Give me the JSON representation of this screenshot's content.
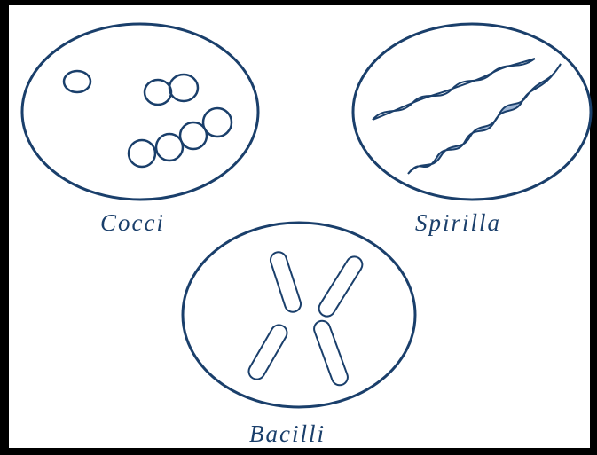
{
  "labels": {
    "cocci": "Cocci",
    "spirilla": "Spirilla",
    "bacilli": "Bacilli"
  },
  "colors": {
    "outline": "#1a3f6b",
    "fill_light": "#ffffff",
    "fill_blue": "#9fb6d4",
    "frame": "#000000"
  }
}
